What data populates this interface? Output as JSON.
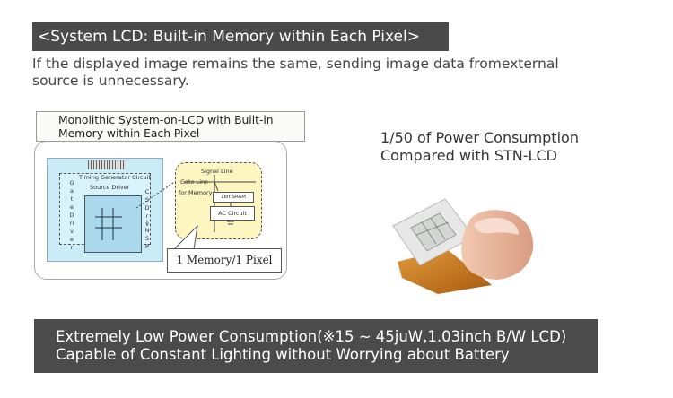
{
  "title": "<System LCD: Built-in Memory within Each Pixel>",
  "intro": "If the displayed image remains the same, sending image data fromexternal source is unnecessary.",
  "diagram": {
    "caption_line1": "Monolithic System-on-LCD with Built-in",
    "caption_line2": "Memory within Each Pixel",
    "timing_generator": "Timing Generator Circuit",
    "source_driver": "Source Driver",
    "gate_driver": "Gate Driver",
    "side_label_1": "CS Drv",
    "side_label_2": "INSP",
    "signal_line": "Signal Line",
    "gate_line": "Gate Line",
    "for_memory": "for Memory",
    "sram": "1bit SRAM",
    "ac_circuit": "AC Circuit",
    "memory_per_pixel": "1 Memory/1 Pixel"
  },
  "power": {
    "line1": "1/50 of Power Consumption",
    "line2": "Compared with STN-LCD"
  },
  "footer": {
    "line1": "Extremely Low Power Consumption(※15 ~ 45juW,1.03inch B/W LCD)",
    "line2": "Capable of Constant Lighting without Worrying about Battery"
  },
  "colors": {
    "title_bg": "#4a4a4a",
    "footer_bg": "#4b4b4b",
    "panel_blue": "#c9ecf7",
    "zoom_yellow": "#fdf6c0",
    "flex_cable": "#c9761a"
  }
}
